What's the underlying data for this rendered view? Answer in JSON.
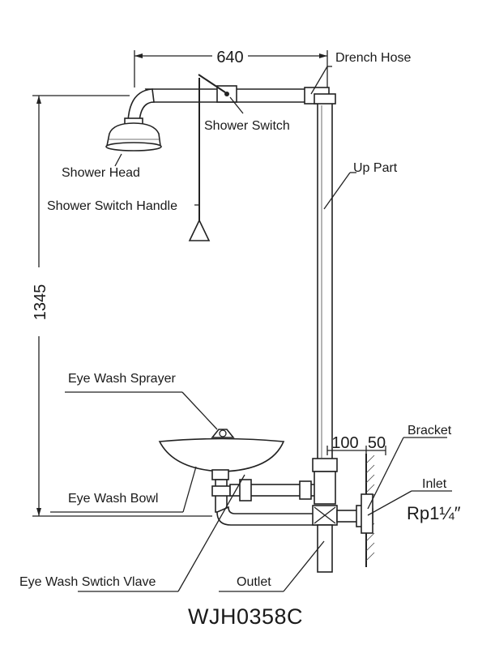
{
  "dimensions": {
    "width": "640",
    "height": "1345",
    "offset_a": "100",
    "offset_b": "50"
  },
  "labels": {
    "drench_hose": "Drench Hose",
    "shower_switch": "Shower Switch",
    "up_part": "Up Part",
    "shower_head": "Shower Head",
    "shower_switch_handle": "Shower Switch Handle",
    "eye_wash_sprayer": "Eye Wash Sprayer",
    "eye_wash_bowl": "Eye Wash Bowl",
    "bracket": "Bracket",
    "inlet": "Inlet",
    "inlet_thread": "Rp1¼″",
    "eye_wash_switch_valve": "Eye Wash Swtich Vlave",
    "outlet": "Outlet"
  },
  "model": "WJH0358C"
}
